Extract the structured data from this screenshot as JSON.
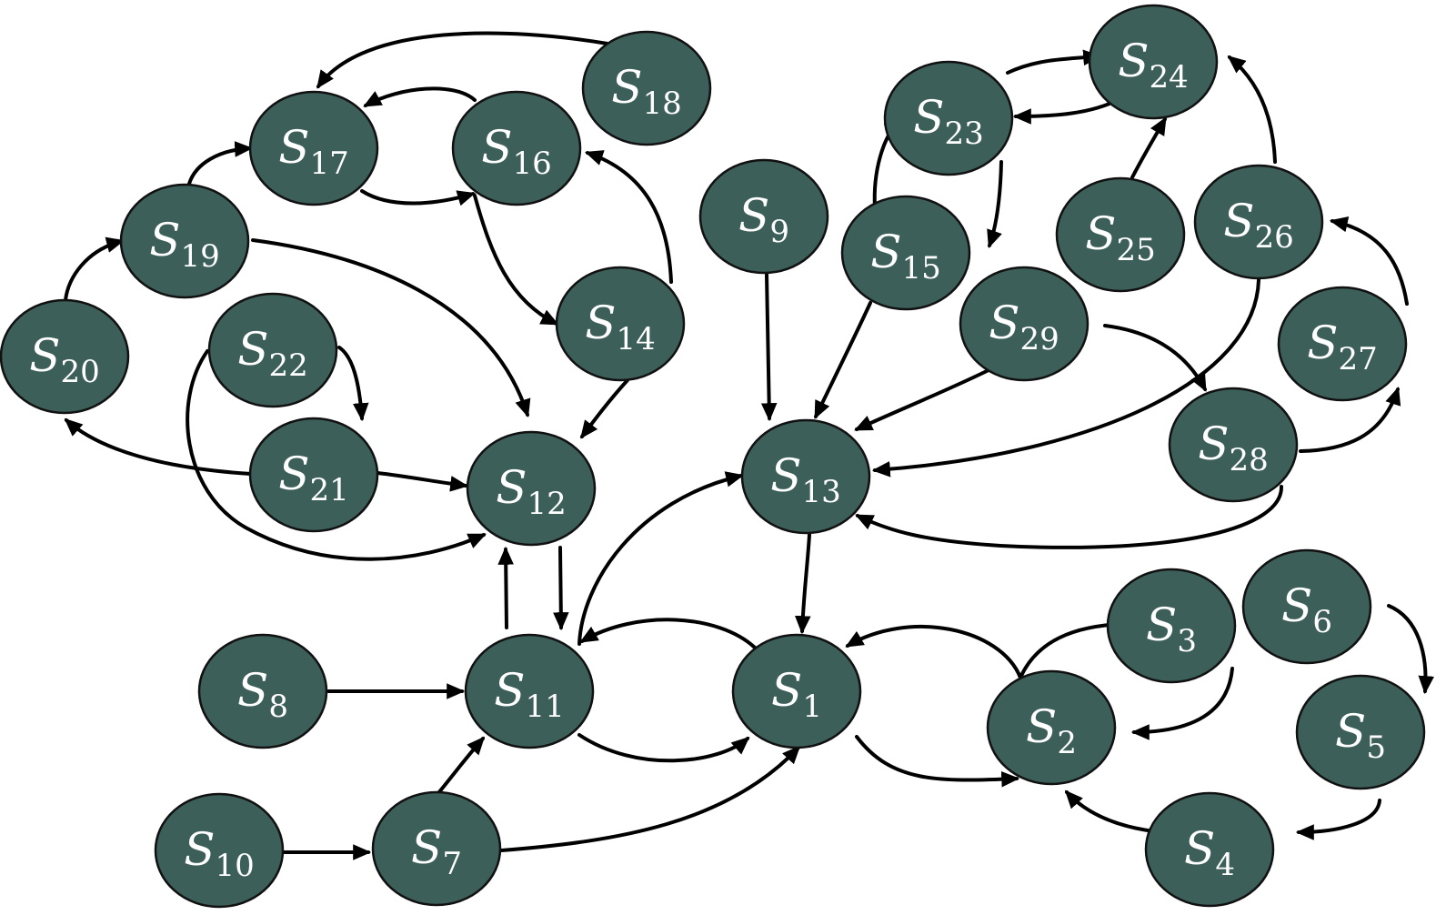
{
  "diagram": {
    "colors": {
      "node_fill": "#3d5f59",
      "edge": "#000000",
      "label": "#ffffff"
    },
    "nodes": [
      {
        "id": "s1",
        "letter": "S",
        "sub": "1"
      },
      {
        "id": "s2",
        "letter": "S",
        "sub": "2"
      },
      {
        "id": "s3",
        "letter": "S",
        "sub": "3"
      },
      {
        "id": "s4",
        "letter": "S",
        "sub": "4"
      },
      {
        "id": "s5",
        "letter": "S",
        "sub": "5"
      },
      {
        "id": "s6",
        "letter": "S",
        "sub": "6"
      },
      {
        "id": "s7",
        "letter": "S",
        "sub": "7"
      },
      {
        "id": "s8",
        "letter": "S",
        "sub": "8"
      },
      {
        "id": "s9",
        "letter": "S",
        "sub": "9"
      },
      {
        "id": "s10",
        "letter": "S",
        "sub": "10"
      },
      {
        "id": "s11",
        "letter": "S",
        "sub": "11"
      },
      {
        "id": "s12",
        "letter": "S",
        "sub": "12"
      },
      {
        "id": "s13",
        "letter": "S",
        "sub": "13"
      },
      {
        "id": "s14",
        "letter": "S",
        "sub": "14"
      },
      {
        "id": "s15",
        "letter": "S",
        "sub": "15"
      },
      {
        "id": "s16",
        "letter": "S",
        "sub": "16"
      },
      {
        "id": "s17",
        "letter": "S",
        "sub": "17"
      },
      {
        "id": "s18",
        "letter": "S",
        "sub": "18"
      },
      {
        "id": "s19",
        "letter": "S",
        "sub": "19"
      },
      {
        "id": "s20",
        "letter": "S",
        "sub": "20"
      },
      {
        "id": "s21",
        "letter": "S",
        "sub": "21"
      },
      {
        "id": "s22",
        "letter": "S",
        "sub": "22"
      },
      {
        "id": "s23",
        "letter": "S",
        "sub": "23"
      },
      {
        "id": "s24",
        "letter": "S",
        "sub": "24"
      },
      {
        "id": "s25",
        "letter": "S",
        "sub": "25"
      },
      {
        "id": "s26",
        "letter": "S",
        "sub": "26"
      },
      {
        "id": "s27",
        "letter": "S",
        "sub": "27"
      },
      {
        "id": "s28",
        "letter": "S",
        "sub": "28"
      },
      {
        "id": "s29",
        "letter": "S",
        "sub": "29"
      }
    ],
    "edges": [
      {
        "from": "s18",
        "to": "s17"
      },
      {
        "from": "s16",
        "to": "s17"
      },
      {
        "from": "s17",
        "to": "s16"
      },
      {
        "from": "s19",
        "to": "s17"
      },
      {
        "from": "s20",
        "to": "s19"
      },
      {
        "from": "s19",
        "to": "s12"
      },
      {
        "from": "s16",
        "to": "s14"
      },
      {
        "from": "s14",
        "to": "s16"
      },
      {
        "from": "s14",
        "to": "s12"
      },
      {
        "from": "s22",
        "to": "s21"
      },
      {
        "from": "s22",
        "to": "s12"
      },
      {
        "from": "s21",
        "to": "s20"
      },
      {
        "from": "s21",
        "to": "s12"
      },
      {
        "from": "s12",
        "to": "s11"
      },
      {
        "from": "s11",
        "to": "s12"
      },
      {
        "from": "s8",
        "to": "s11"
      },
      {
        "from": "s7",
        "to": "s11"
      },
      {
        "from": "s10",
        "to": "s7"
      },
      {
        "from": "s7",
        "to": "s1"
      },
      {
        "from": "s1",
        "to": "s11"
      },
      {
        "from": "s11",
        "to": "s1"
      },
      {
        "from": "s11",
        "to": "s13"
      },
      {
        "from": "s9",
        "to": "s13"
      },
      {
        "from": "s13",
        "to": "s1"
      },
      {
        "from": "s15",
        "to": "s13"
      },
      {
        "from": "s29",
        "to": "s13"
      },
      {
        "from": "s26",
        "to": "s13"
      },
      {
        "from": "s28",
        "to": "s13"
      },
      {
        "from": "s15",
        "to": "s23"
      },
      {
        "from": "s23",
        "to": "s15"
      },
      {
        "from": "s23",
        "to": "s24"
      },
      {
        "from": "s24",
        "to": "s23"
      },
      {
        "from": "s25",
        "to": "s24"
      },
      {
        "from": "s26",
        "to": "s24"
      },
      {
        "from": "s29",
        "to": "s28"
      },
      {
        "from": "s28",
        "to": "s27"
      },
      {
        "from": "s27",
        "to": "s26"
      },
      {
        "from": "s2",
        "to": "s1"
      },
      {
        "from": "s1",
        "to": "s2"
      },
      {
        "from": "s2",
        "to": "s3"
      },
      {
        "from": "s3",
        "to": "s2"
      },
      {
        "from": "s4",
        "to": "s2"
      },
      {
        "from": "s5",
        "to": "s4"
      },
      {
        "from": "s6",
        "to": "s5"
      }
    ]
  }
}
